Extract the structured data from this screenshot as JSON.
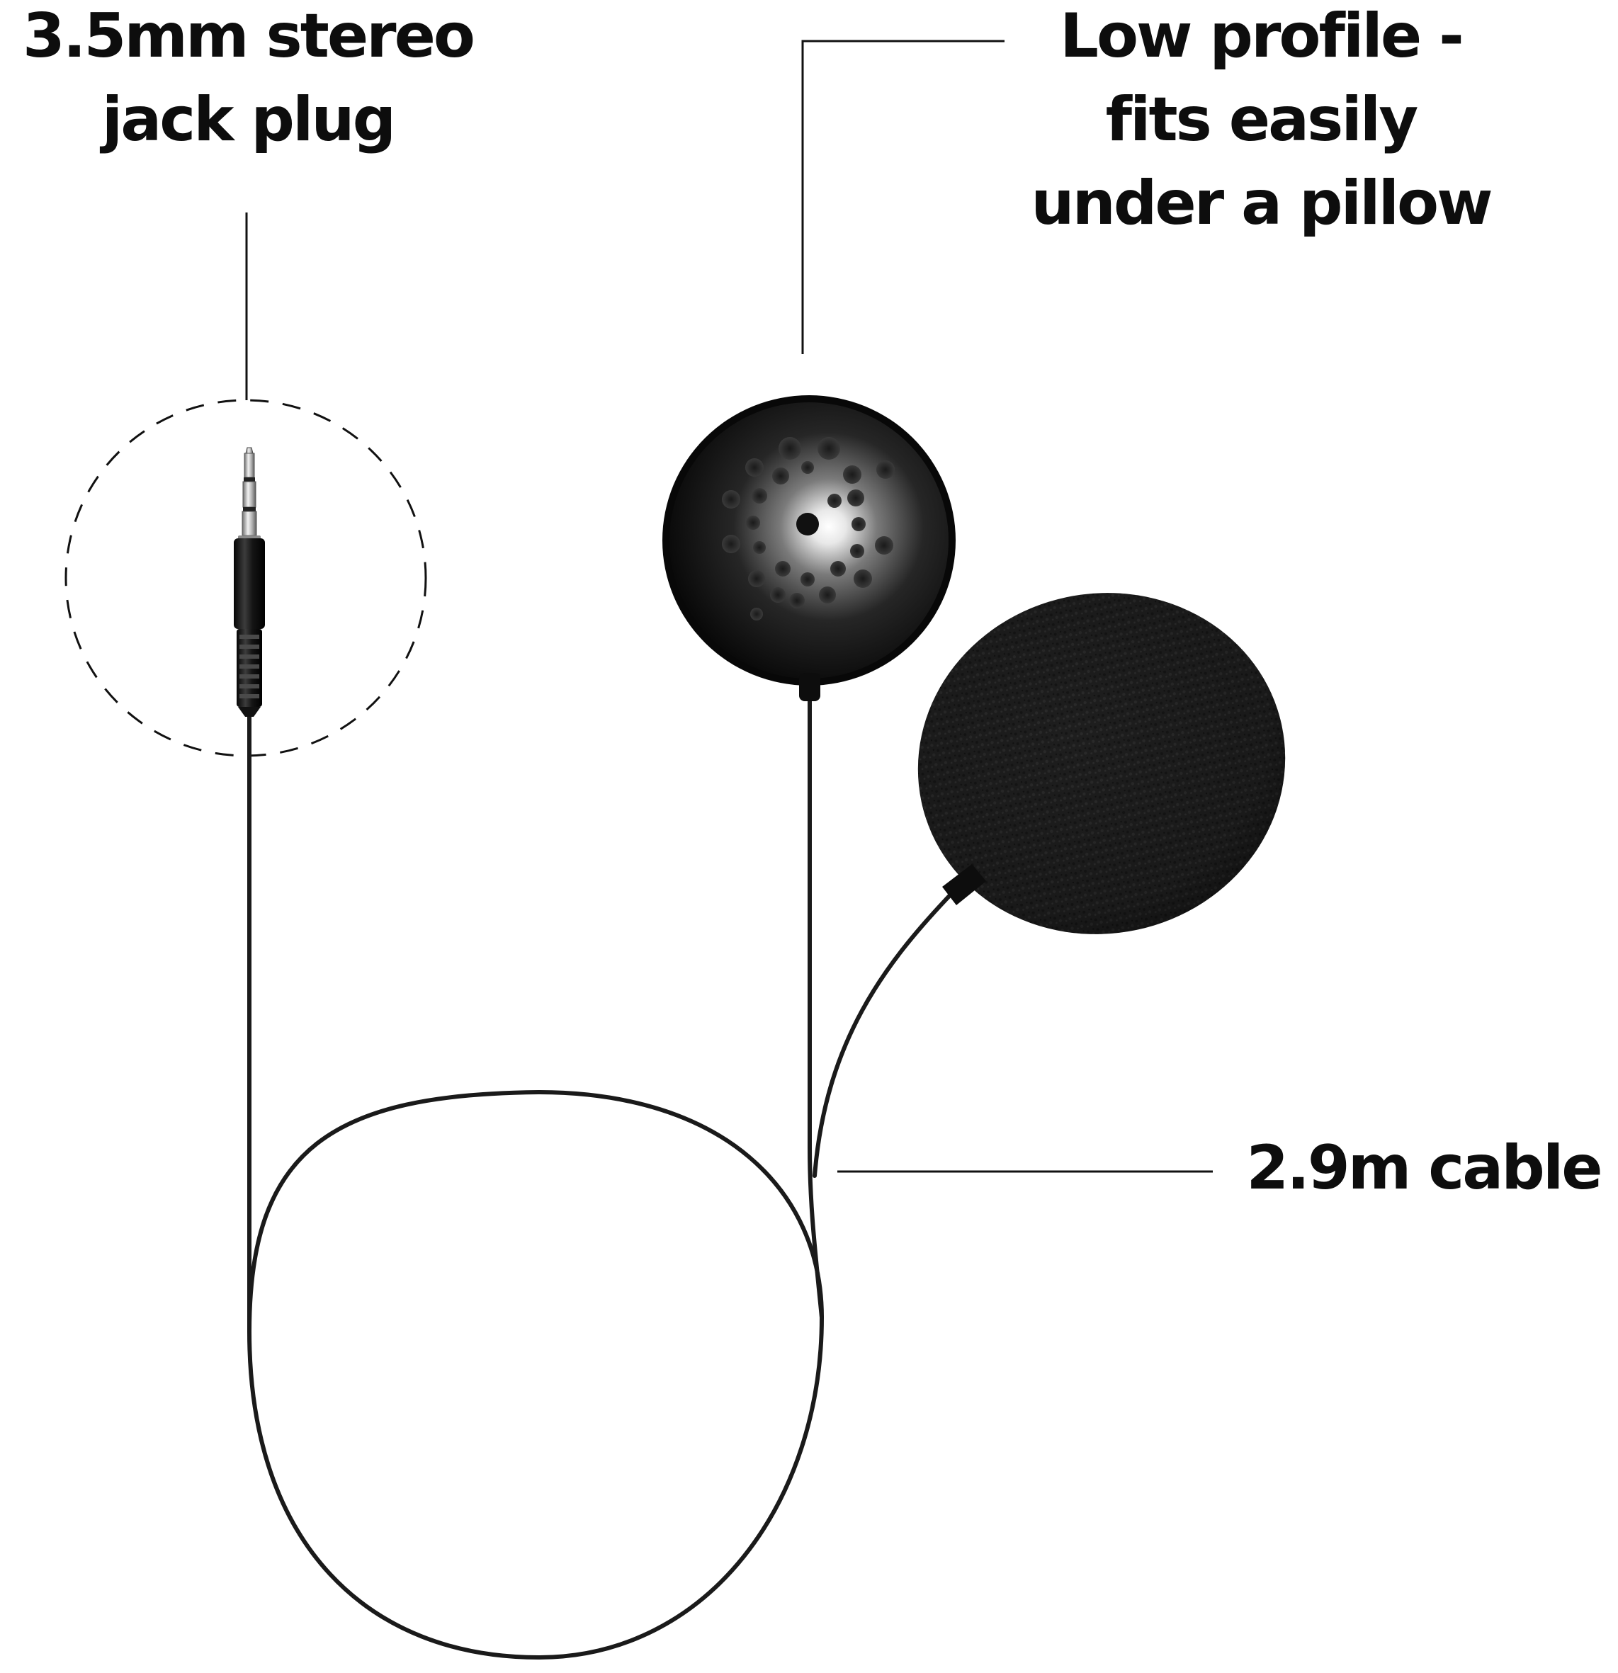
{
  "labels": {
    "jack_plug": {
      "line1": "3.5mm stereo",
      "line2": "jack plug"
    },
    "low_profile": {
      "line1": "Low profile -",
      "line2": "fits easily",
      "line3": "under a pillow"
    },
    "cable": {
      "line1": "2.9m cable"
    }
  },
  "colors": {
    "text": "#0d0d0d",
    "leader_line": "#111111",
    "cable": "#1a1a1a",
    "speaker_body": "#0f0f0f",
    "foam_cover": "#1f1f1f",
    "background": "#ffffff"
  },
  "icons": {
    "jack": "jack-plug-icon",
    "speaker": "speaker-grille-icon",
    "foam": "foam-cover-icon"
  }
}
